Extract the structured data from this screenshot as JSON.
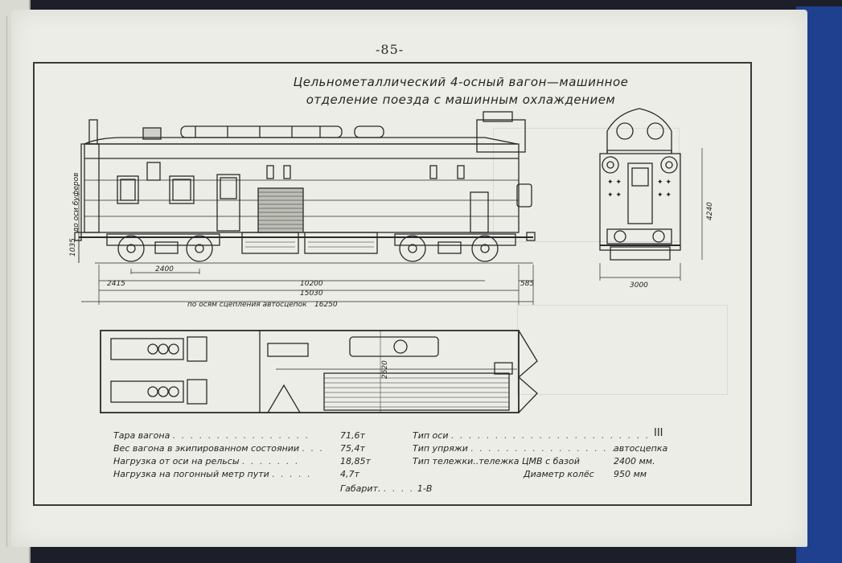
{
  "page": {
    "number": "-85-"
  },
  "drawing": {
    "title_line1": "Цельнометаллический 4-осный вагон—машинное",
    "title_line2": "отделение поезда с машинным охлаждением",
    "dims": {
      "d1035": "1035",
      "d2415": "2415",
      "d2400": "2400",
      "d10200": "10200",
      "d15030": "15030",
      "d16250": "16250",
      "d585": "585",
      "couplers": "по осям сцепления автосцепок",
      "to_buffer": "до оси буферов",
      "d4240": "4240",
      "d3000": "3000",
      "d2620": "2620"
    }
  },
  "specs_left": [
    {
      "label": "Тара вагона",
      "dots": ". . . . . . . . . . . . . . . .",
      "value": "71,6т"
    },
    {
      "label": "Вес вагона в экипированном состоянии",
      "dots": ". . .",
      "value": "75,4т"
    },
    {
      "label": "Нагрузка от оси на рельсы",
      "dots": ". . . . . . .",
      "value": "18,85т"
    },
    {
      "label": "Нагрузка на погонный метр пути",
      "dots": ". . . . .",
      "value": "4,7т"
    }
  ],
  "specs_right": [
    {
      "label": "Тип оси",
      "dots": ". . . . . . . . . . . . . . . . . . . . . . .",
      "value": "III"
    },
    {
      "label": "Тип упряжи",
      "dots": ". . . . . . . . . . . . . . . . . . .",
      "value": "автосцепка"
    },
    {
      "label": "Тип тележки..тележка ЦМВ с базой",
      "dots": "",
      "value": "2400 мм."
    },
    {
      "label": "Диаметр колёс",
      "dots": "",
      "value": "950 мм"
    }
  ],
  "gabarit": {
    "label": "Габарит",
    "dots": ". . . .",
    "value": "1-В"
  }
}
